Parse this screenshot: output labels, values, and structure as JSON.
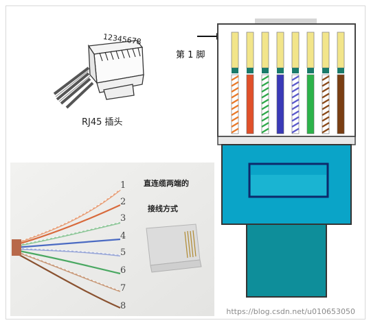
{
  "labels": {
    "pin_numbers": "12345678",
    "plug_caption": "RJ45 插头",
    "pin1_label": "第 1 脚",
    "photo_caption_line1": "直连缆两端的",
    "photo_caption_line2": "接线方式",
    "wire_numbers": [
      "1",
      "2",
      "3",
      "4",
      "5",
      "6",
      "7",
      "8"
    ]
  },
  "watermark": "https://blog.csdn.net/u010653050",
  "pins": [
    {
      "stripe": true,
      "color": "#e87a2a",
      "name": "white-orange"
    },
    {
      "stripe": false,
      "color": "#e0502a",
      "name": "orange"
    },
    {
      "stripe": true,
      "color": "#2fa84a",
      "name": "white-green"
    },
    {
      "stripe": false,
      "color": "#3a3ab8",
      "name": "blue"
    },
    {
      "stripe": true,
      "color": "#5a5acb",
      "name": "white-blue"
    },
    {
      "stripe": false,
      "color": "#2cb34a",
      "name": "green"
    },
    {
      "stripe": true,
      "color": "#8a4a1a",
      "name": "white-brown"
    },
    {
      "stripe": false,
      "color": "#7a3e12",
      "name": "brown"
    }
  ],
  "colors": {
    "connector_fill": "#0aa4c8",
    "latch_fill": "#0e8e9a",
    "contact_yellow": "#f2e58a"
  }
}
